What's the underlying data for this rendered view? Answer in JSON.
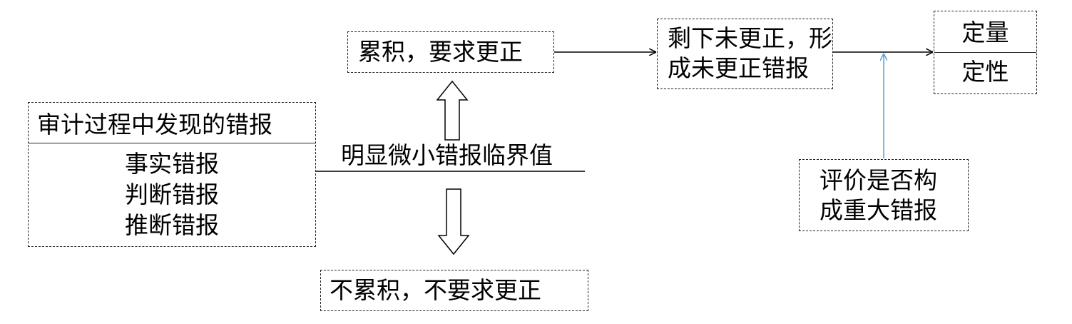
{
  "diagram": {
    "source_box": {
      "title": "审计过程中发现的错报",
      "items": [
        "事实错报",
        "判断错报",
        "推断错报"
      ]
    },
    "threshold_label": "明显微小错报临界值",
    "above_box": "累积，要求更正",
    "below_box": "不累积，不要求更正",
    "remaining_box": [
      "剩下未更正，形",
      "成未更正错报"
    ],
    "evaluate_box": [
      "评价是否构",
      "成重大错报"
    ],
    "dimensions_box": [
      "定量",
      "定性"
    ],
    "colors": {
      "line": "#000000",
      "evaluate_arrow": "#5b9bd5"
    }
  }
}
